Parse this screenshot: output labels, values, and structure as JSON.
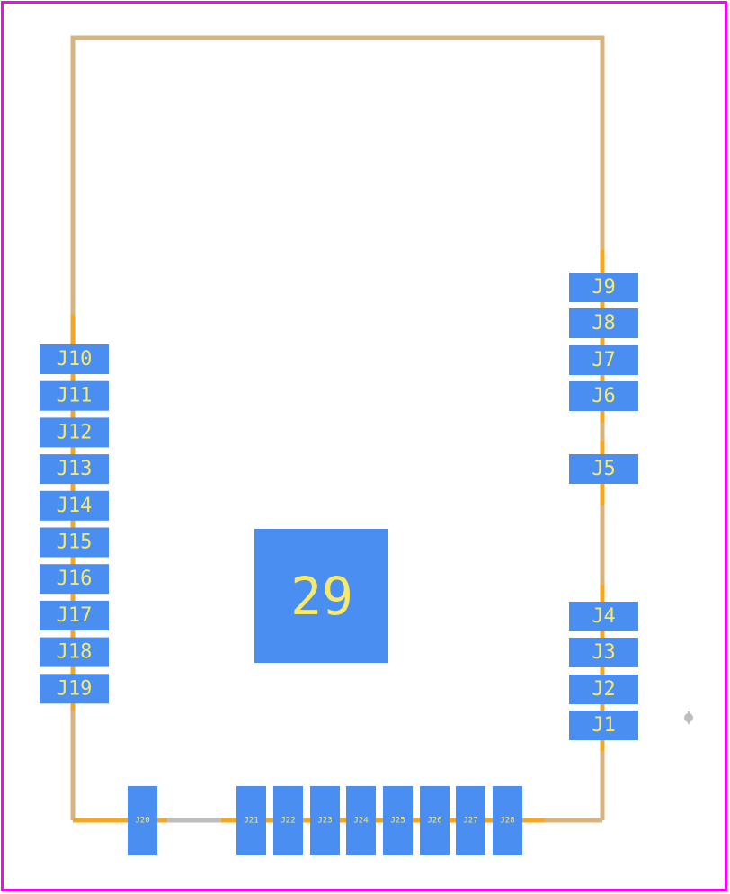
{
  "colors": {
    "boundary": "#ff00ff",
    "outline_fab": "#d9b37e",
    "outline_copper": "#f5a623",
    "pad": "#4a8ef2",
    "pad_label": "#f7e96a",
    "marker": "#bdbdbd"
  },
  "footprint": {
    "pads_right": [
      {
        "label": "J9"
      },
      {
        "label": "J8"
      },
      {
        "label": "J7"
      },
      {
        "label": "J6"
      },
      {
        "label": "J5"
      },
      {
        "label": "J4"
      },
      {
        "label": "J3"
      },
      {
        "label": "J2"
      },
      {
        "label": "J1"
      }
    ],
    "pads_left": [
      {
        "label": "J10"
      },
      {
        "label": "J11"
      },
      {
        "label": "J12"
      },
      {
        "label": "J13"
      },
      {
        "label": "J14"
      },
      {
        "label": "J15"
      },
      {
        "label": "J16"
      },
      {
        "label": "J17"
      },
      {
        "label": "J18"
      },
      {
        "label": "J19"
      }
    ],
    "pads_bottom": [
      {
        "label": "J20"
      },
      {
        "label": "J21"
      },
      {
        "label": "J22"
      },
      {
        "label": "J23"
      },
      {
        "label": "J24"
      },
      {
        "label": "J25"
      },
      {
        "label": "J26"
      },
      {
        "label": "J27"
      },
      {
        "label": "J28"
      }
    ],
    "center_pad": {
      "label": "29"
    }
  }
}
